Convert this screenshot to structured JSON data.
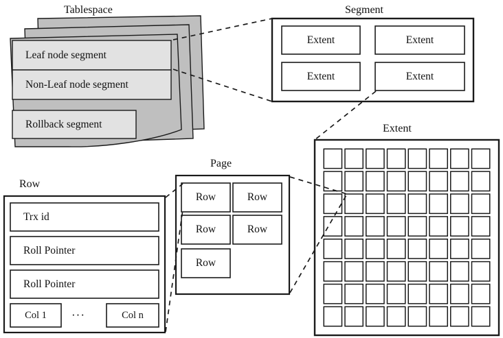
{
  "figure": {
    "title": "InnoDB storage hierarchy diagram",
    "background_color": "#ffffff",
    "line_color": "#1a1a1a",
    "tablespace_fill": "#bfbfbf",
    "segment_fill": "#e2e2e2",
    "white_fill": "#ffffff"
  },
  "tablespace": {
    "caption": "Tablespace",
    "layer_count": 3,
    "segments": [
      {
        "label": "Leaf node segment"
      },
      {
        "label": "Non-Leaf node segment"
      },
      {
        "label": "Rollback segment"
      }
    ]
  },
  "segment": {
    "caption": "Segment",
    "extents": [
      {
        "label": "Extent"
      },
      {
        "label": "Extent"
      },
      {
        "label": "Extent"
      },
      {
        "label": "Extent"
      }
    ]
  },
  "extent": {
    "caption": "Extent",
    "grid_columns": 8,
    "grid_rows": 8,
    "page_count": 64
  },
  "page": {
    "caption": "Page",
    "rows": [
      {
        "label": "Row"
      },
      {
        "label": "Row"
      },
      {
        "label": "Row"
      },
      {
        "label": "Row"
      },
      {
        "label": "Row"
      }
    ]
  },
  "row": {
    "caption": "Row",
    "fields": [
      {
        "label": "Trx id"
      },
      {
        "label": "Roll Pointer"
      },
      {
        "label": "Roll Pointer"
      }
    ],
    "columns": {
      "first": "Col 1",
      "ellipsis": "···",
      "last": "Col n"
    }
  },
  "connectors": [
    {
      "name": "tablespace-to-segment-top"
    },
    {
      "name": "tablespace-to-segment-bottom"
    },
    {
      "name": "segment-to-extent"
    },
    {
      "name": "page-to-extent-top"
    },
    {
      "name": "page-to-extent-bottom"
    },
    {
      "name": "row-to-page-top"
    },
    {
      "name": "row-to-page-bottom"
    }
  ]
}
